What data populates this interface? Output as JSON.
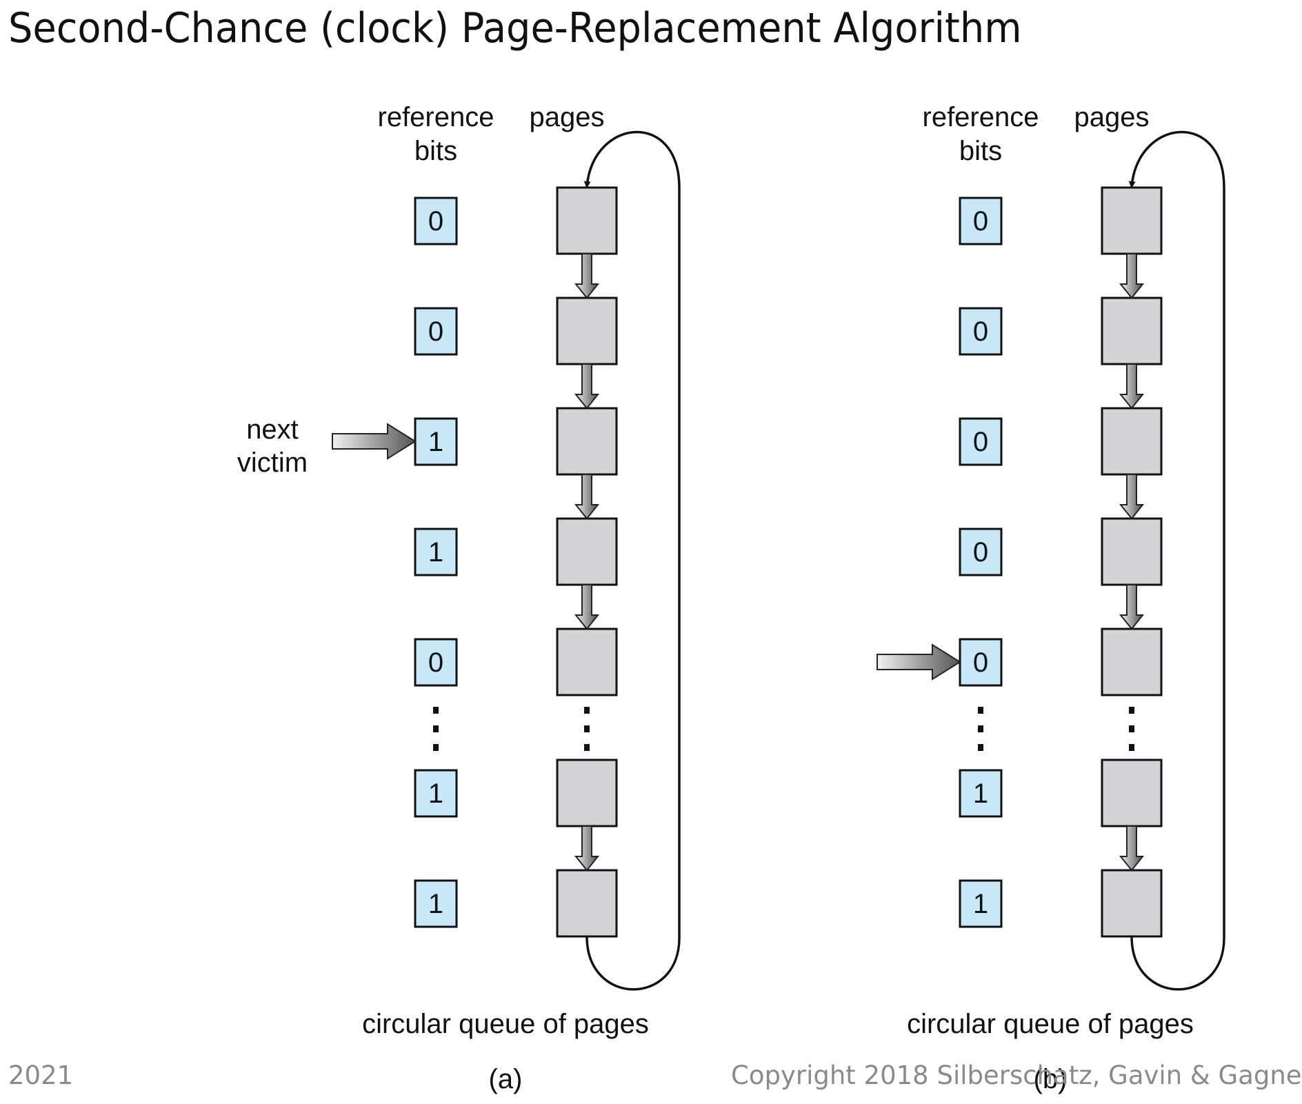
{
  "slide": {
    "title": "Second-Chance (clock) Page-Replacement Algorithm",
    "footer_year": "2021",
    "footer_copyright": "Copyright 2018 Silberschatz, Gavin & Gagne"
  },
  "colors": {
    "bit_fill": "#c8e8f8",
    "page_fill": "#d3d3d5",
    "pointer_dark": "#555555",
    "pointer_light": "#f2f2f2",
    "text": "#111111",
    "footer": "#8a8a8a"
  },
  "panels": [
    {
      "id": "a",
      "caption": "(a)",
      "header_bits_line1": "reference",
      "header_bits_line2": "bits",
      "header_pages": "pages",
      "queue_label": "circular queue of pages",
      "pointer_label_line1": "next",
      "pointer_label_line2": "victim",
      "bits_top": [
        "0",
        "0",
        "1",
        "1",
        "0"
      ],
      "bits_bottom": [
        "1",
        "1"
      ],
      "pointer_index": 2
    },
    {
      "id": "b",
      "caption": "(b)",
      "header_bits_line1": "reference",
      "header_bits_line2": "bits",
      "header_pages": "pages",
      "queue_label": "circular queue of pages",
      "pointer_label_line1": "",
      "pointer_label_line2": "",
      "bits_top": [
        "0",
        "0",
        "0",
        "0",
        "0"
      ],
      "bits_bottom": [
        "1",
        "1"
      ],
      "pointer_index": 4
    }
  ]
}
